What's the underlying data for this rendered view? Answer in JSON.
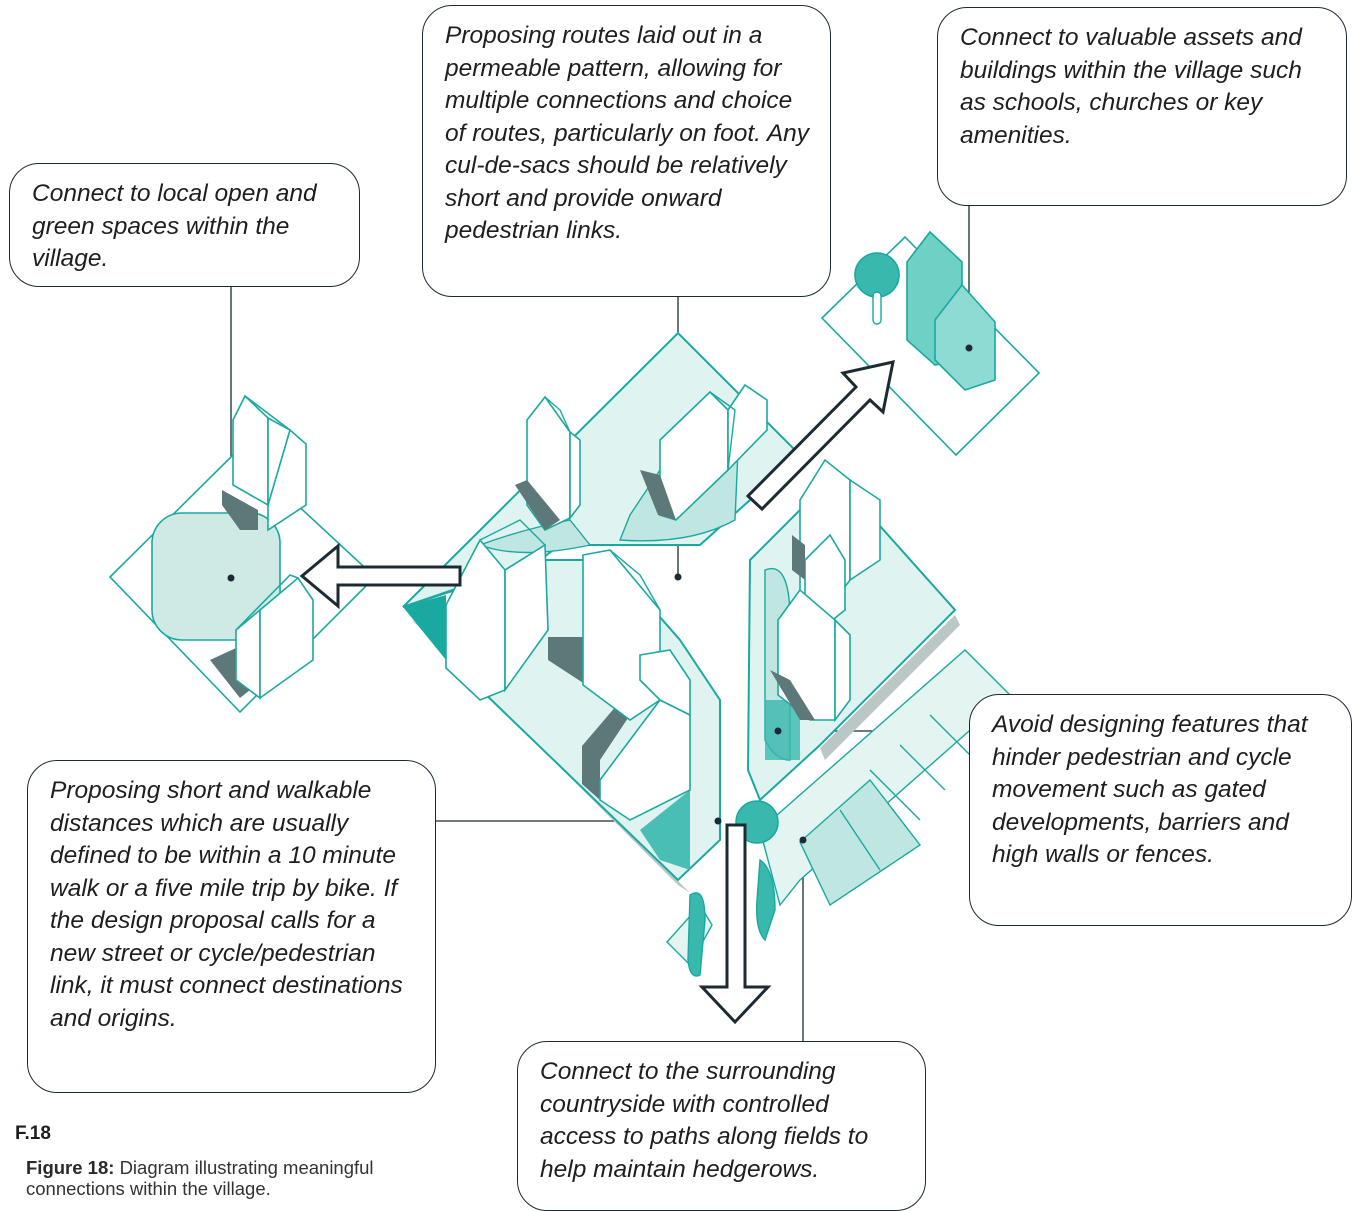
{
  "callouts": {
    "open_spaces": "Connect to local open and green spaces within the village.",
    "routes": "Proposing routes laid out in a permeable pattern, allowing for multiple connections and choice of routes, particularly on foot. Any cul-de-sacs should be relatively short and provide onward pedestrian links.",
    "assets": "Connect to valuable assets and buildings within the village such as schools, churches or key amenities.",
    "walkable": "Proposing short and walkable distances which are usually defined to be within a 10 minute walk or a five mile trip by bike. If the design proposal calls for a new street or cycle/pedestrian link, it must connect destinations and origins.",
    "avoid_barriers": "Avoid designing features that hinder pedestrian and cycle movement such as gated developments, barriers and high walls or fences.",
    "countryside": "Connect to the surrounding countryside with controlled access to paths along fields to help maintain hedgerows."
  },
  "figure": {
    "number": "F.18",
    "label": "Figure 18:",
    "text": "Diagram illustrating meaningful connections within the village."
  },
  "colors": {
    "teal_line": "#1aa9a0",
    "teal_fill": "#dff3f1",
    "teal_mid": "#bfe6e1",
    "teal_dark": "#39b8ae",
    "shadow": "#5c7878",
    "outline": "#1c2b33"
  }
}
